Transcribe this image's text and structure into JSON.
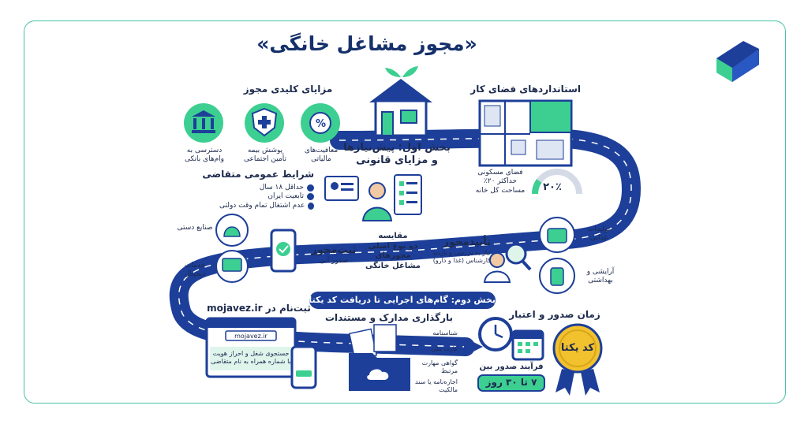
{
  "title": "«مجوز مشاغل خانگی»",
  "colors": {
    "navy": "#1d3f99",
    "green": "#3ccf91",
    "dark": "#15306b",
    "gold": "#f2c12e",
    "border": "#47c1a8"
  },
  "part1": {
    "line1": "بخش اول: پیش‌نیازها",
    "line2": "و مزایای قانونی"
  },
  "key_benefits": {
    "heading": "مزایای کلیدی مجوز",
    "items": [
      {
        "label1": "معافیت‌های",
        "label2": "مالیاتی",
        "icon": "percent-coins-icon"
      },
      {
        "label1": "پوشش بیمه",
        "label2": "تأمین اجتماعی",
        "icon": "shield-cross-icon"
      },
      {
        "label1": "دسترسی به",
        "label2": "وام‌های بانکی",
        "icon": "bank-icon"
      }
    ]
  },
  "workspace": {
    "heading": "استانداردهای فضای کار",
    "desc1": "فضای مسکونی",
    "desc2": "حداکثر ۲۰٪",
    "desc3": "مساحت کل خانه",
    "percent_label": "۲۰٪",
    "percent_value": 20
  },
  "requirements": {
    "heading": "شرایط عمومی متقاضی",
    "items": [
      "حداقل ۱۸ سال",
      "تابعیت ایران",
      "عدم اشتغال تمام وقت دولتی"
    ]
  },
  "comparison": {
    "line1": "مقایسه",
    "line2": "دو نوع اصلی",
    "line3": "مجوزهای",
    "line4": "مشاغل خانگی"
  },
  "sabt_mehvar": {
    "title": "ثبت‌محور",
    "subtitle": "صدور آنی",
    "categories": [
      "صنایع دستی",
      "خدمات دیجیتال"
    ]
  },
  "taeid_mehvar": {
    "title": "تأییدمحور",
    "desc1": "نیاز به بررسی و بازدید",
    "desc2": "کارشناس (غذا و دارو)",
    "categories": [
      "تولیدات غذایی",
      "آرایشی و بهداشتی"
    ]
  },
  "part2": {
    "banner": "بخش دوم: گام‌های اجرایی تا دریافت کد یکتا"
  },
  "registration": {
    "heading": "ثبت‌نام در mojavez.ir",
    "url": "mojavez.ir",
    "desc1": "جستجوی شغل و احراز هویت",
    "desc2": "با شماره همراه به نام متقاضی"
  },
  "documents": {
    "heading": "بارگذاری مدارک و مستندات",
    "items": [
      "شناسنامه",
      "کارت ملی",
      "گواهی مهارت مرتبط",
      "اجاره‌نامه یا سند مالکیت"
    ]
  },
  "timing": {
    "heading": "زمان صدور و اعتبار",
    "badge": "کد یکتا",
    "process": "فرآیند صدور بین",
    "range": "۷ تا ۳۰ روز"
  },
  "logo": {
    "icon": "brand-logo-icon"
  }
}
